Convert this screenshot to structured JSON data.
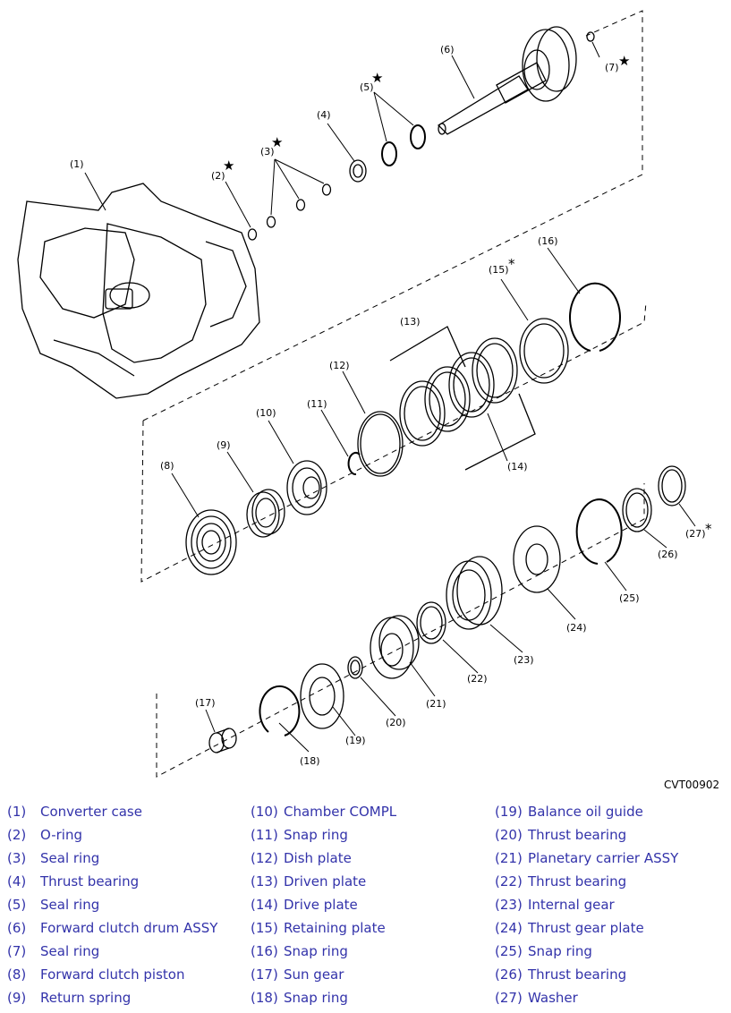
{
  "diagram": {
    "code": "CVT00902",
    "callouts": [
      "(1)",
      "(2)",
      "(3)",
      "(4)",
      "(5)",
      "(6)",
      "(7)",
      "(8)",
      "(9)",
      "(10)",
      "(11)",
      "(12)",
      "(13)",
      "(14)",
      "(15)",
      "(16)",
      "(17)",
      "(18)",
      "(19)",
      "(20)",
      "(21)",
      "(22)",
      "(23)",
      "(24)",
      "(25)",
      "(26)",
      "(27)"
    ],
    "star": "★",
    "asterisk": "*"
  },
  "parts": [
    {
      "num": "(1)",
      "name": "Converter case"
    },
    {
      "num": "(2)",
      "name": "O-ring"
    },
    {
      "num": "(3)",
      "name": "Seal ring"
    },
    {
      "num": "(4)",
      "name": "Thrust bearing"
    },
    {
      "num": "(5)",
      "name": "Seal ring"
    },
    {
      "num": "(6)",
      "name": "Forward clutch drum ASSY"
    },
    {
      "num": "(7)",
      "name": "Seal ring"
    },
    {
      "num": "(8)",
      "name": "Forward clutch piston"
    },
    {
      "num": "(9)",
      "name": "Return spring"
    },
    {
      "num": "(10)",
      "name": "Chamber COMPL"
    },
    {
      "num": "(11)",
      "name": "Snap ring"
    },
    {
      "num": "(12)",
      "name": "Dish plate"
    },
    {
      "num": "(13)",
      "name": "Driven plate"
    },
    {
      "num": "(14)",
      "name": "Drive plate"
    },
    {
      "num": "(15)",
      "name": "Retaining plate"
    },
    {
      "num": "(16)",
      "name": "Snap ring"
    },
    {
      "num": "(17)",
      "name": "Sun gear"
    },
    {
      "num": "(18)",
      "name": "Snap ring"
    },
    {
      "num": "(19)",
      "name": "Balance oil guide"
    },
    {
      "num": "(20)",
      "name": "Thrust bearing"
    },
    {
      "num": "(21)",
      "name": "Planetary carrier ASSY"
    },
    {
      "num": "(22)",
      "name": "Thrust bearing"
    },
    {
      "num": "(23)",
      "name": "Internal gear"
    },
    {
      "num": "(24)",
      "name": "Thrust gear plate"
    },
    {
      "num": "(25)",
      "name": "Snap ring"
    },
    {
      "num": "(26)",
      "name": "Thrust bearing"
    },
    {
      "num": "(27)",
      "name": "Washer"
    }
  ]
}
